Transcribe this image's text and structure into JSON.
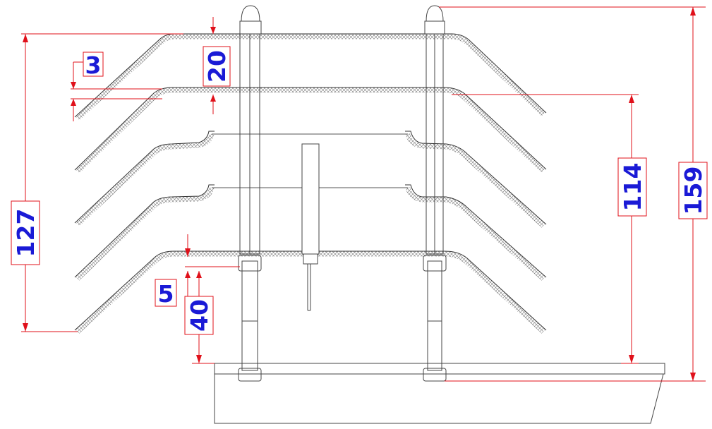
{
  "dimensions": {
    "overall_height": "159",
    "shield_stack_height": "127",
    "plate_spacing_depth": "114",
    "plate_gap": "20",
    "plate_thickness": "3",
    "lower_plate_thickness": "5",
    "mount_height": "40"
  },
  "colors": {
    "dimension_line": "#e0101a",
    "dimension_text": "#1a1ad6",
    "outline": "#333333",
    "hatch": "#777777",
    "background": "#ffffff"
  }
}
